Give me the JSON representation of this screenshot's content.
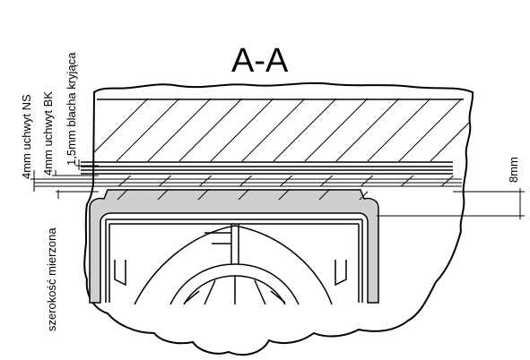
{
  "section_title": "A-A",
  "labels": {
    "ns_bracket": "4mm uchwyt NS",
    "bk_bracket": "4mm uchwyt BK",
    "cover_sheet": "1,5mm blacha kryjąca",
    "measured_width": "szerokość mierzona",
    "right_dimension": "8mm"
  }
}
